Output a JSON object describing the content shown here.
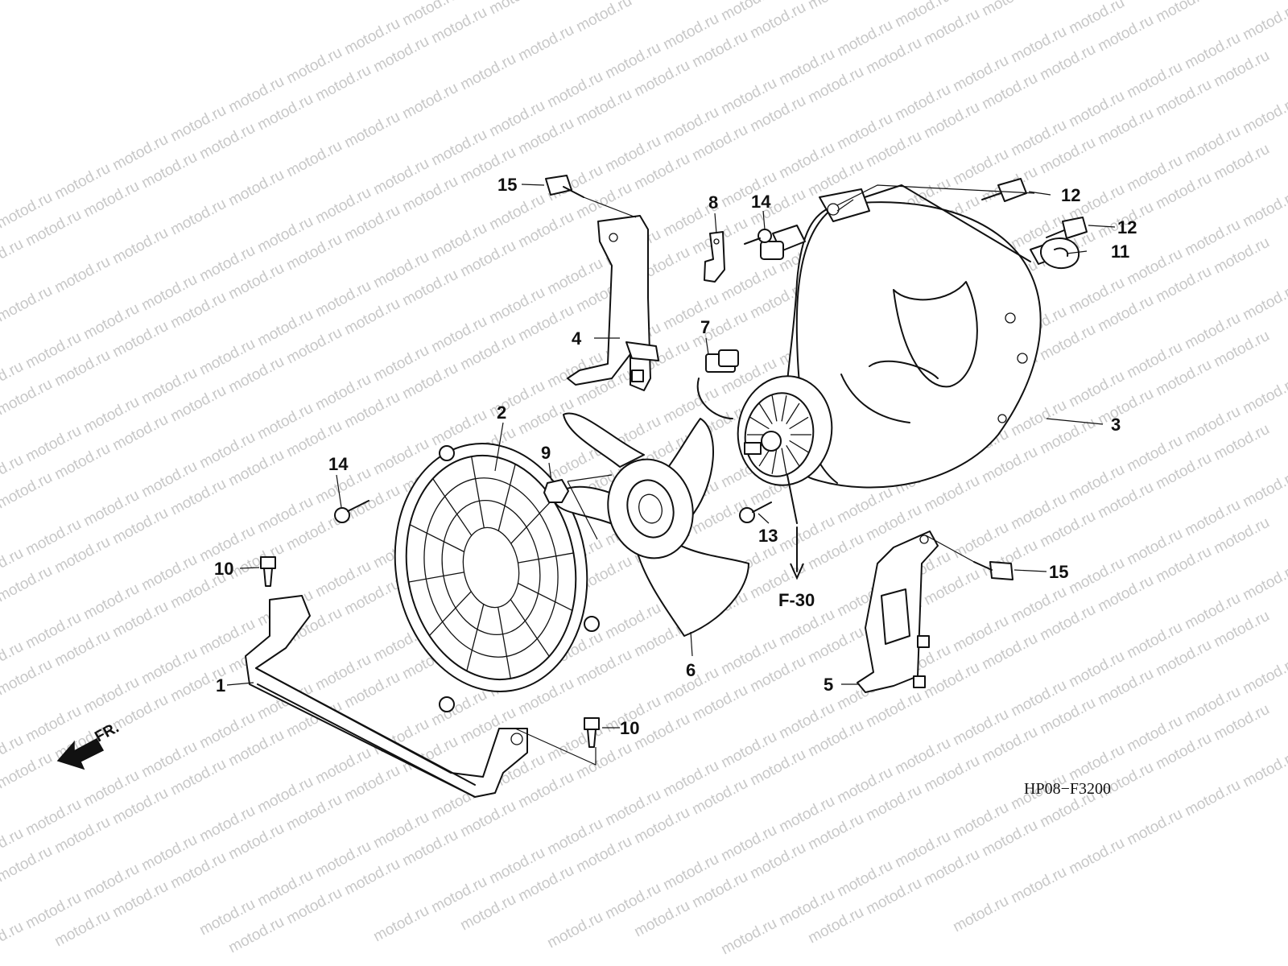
{
  "watermark": "motod.ru",
  "diagram_code": "HP08−F3200",
  "direction_label": "FR.",
  "reference": "F-30",
  "callouts": [
    {
      "id": "1",
      "label": "1"
    },
    {
      "id": "2",
      "label": "2"
    },
    {
      "id": "3",
      "label": "3"
    },
    {
      "id": "4",
      "label": "4"
    },
    {
      "id": "5",
      "label": "5"
    },
    {
      "id": "6",
      "label": "6"
    },
    {
      "id": "7",
      "label": "7"
    },
    {
      "id": "8",
      "label": "8"
    },
    {
      "id": "9",
      "label": "9"
    },
    {
      "id": "10a",
      "label": "10"
    },
    {
      "id": "10b",
      "label": "10"
    },
    {
      "id": "11",
      "label": "11"
    },
    {
      "id": "12a",
      "label": "12"
    },
    {
      "id": "12b",
      "label": "12"
    },
    {
      "id": "13",
      "label": "13"
    },
    {
      "id": "14a",
      "label": "14"
    },
    {
      "id": "14b",
      "label": "14"
    },
    {
      "id": "15a",
      "label": "15"
    },
    {
      "id": "15b",
      "label": "15"
    }
  ]
}
